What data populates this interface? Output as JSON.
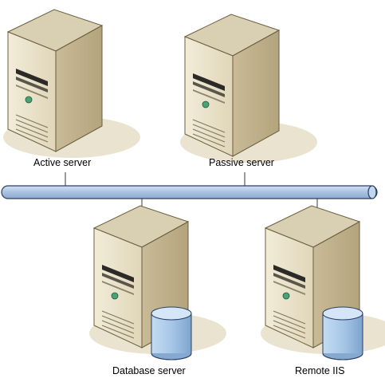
{
  "diagram": {
    "nodes": [
      {
        "id": "active",
        "label": "Active server",
        "database": false
      },
      {
        "id": "passive",
        "label": "Passive server",
        "database": false
      },
      {
        "id": "database",
        "label": "Database server",
        "database": true
      },
      {
        "id": "remote",
        "label": "Remote IIS",
        "database": true
      }
    ],
    "bus": {
      "color": "#aec6e4",
      "stroke": "#2c3e63"
    },
    "colors": {
      "tower_front": "#ece4cc",
      "tower_side": "#c7b994",
      "tower_top": "#d9cfb3",
      "shadow": "#e9e3cf",
      "led": "#49a376",
      "cylinder_body": "#aacbea",
      "cylinder_top": "#d4e6f7"
    }
  }
}
